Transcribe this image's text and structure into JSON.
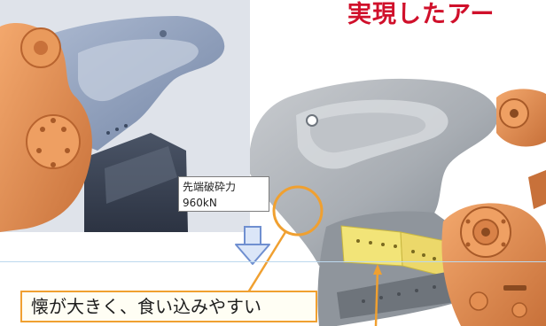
{
  "heading": {
    "text": "実現したアー"
  },
  "callout": {
    "line1": "先端破砕力",
    "line2": "960kN"
  },
  "caption": {
    "text": "懐が大きく、食い込みやすい"
  },
  "colors": {
    "heading_red": "#d0102b",
    "orange_body": "#e08a4e",
    "arm_gray": "#a8adb3",
    "arm_blue": "#8fa2c0",
    "highlight_yellow": "#f2e478",
    "annotation_orange": "#f0a030",
    "arrow_blue": "#6f8fd0"
  },
  "icons": [
    "down-arrow-icon",
    "circle-marker-icon"
  ]
}
